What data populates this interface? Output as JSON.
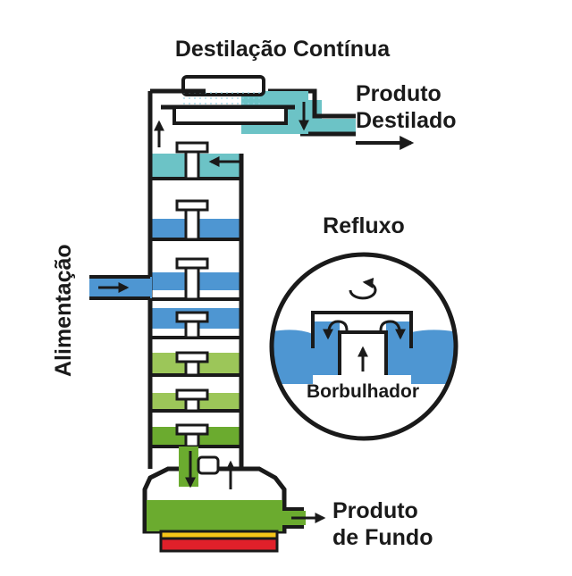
{
  "title": "Destilação Contínua",
  "labels": {
    "feed": "Alimentação",
    "distillate_line1": "Produto",
    "distillate_line2": "Destilado",
    "bottoms_line1": "Produto",
    "bottoms_line2": "de Fundo",
    "reflux": "Refluxo",
    "bubble_cap": "Borbulhador"
  },
  "colors": {
    "outline": "#1a1a1a",
    "teal": "#6cc3c6",
    "blue": "#4e96d2",
    "green_light": "#9cc659",
    "green": "#6bab2f",
    "yellow": "#f5c518",
    "red": "#e0202a",
    "vapor": "#bfe3ef"
  },
  "icons": [
    "flow-arrow-icon",
    "circular-arrow-icon",
    "condenser-icon",
    "bubble-cap-icon"
  ]
}
